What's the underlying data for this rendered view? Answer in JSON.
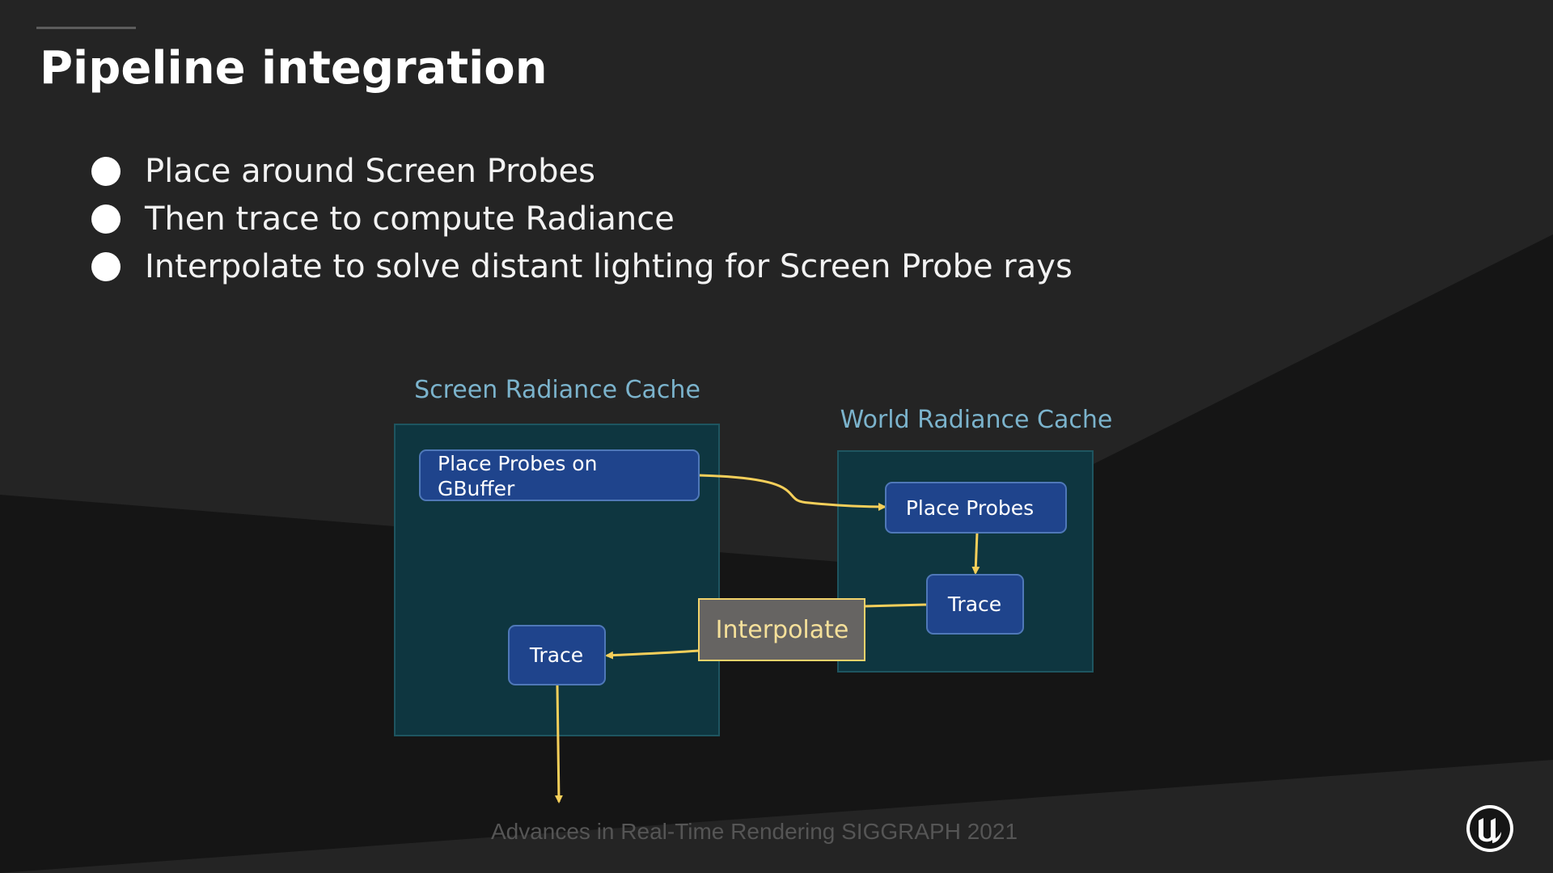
{
  "slide": {
    "title": "Pipeline integration",
    "bullets": [
      "Place around Screen Probes",
      "Then trace to compute Radiance",
      "Interpolate to solve distant lighting for Screen Probe rays"
    ],
    "footer": "Advances in Real-Time Rendering SIGGRAPH 2021",
    "logo_icon": "unreal-engine-logo-icon"
  },
  "diagram": {
    "screen_cache": {
      "label": "Screen Radiance Cache",
      "place_probes_line1": "Place Probes on",
      "place_probes_line2": "GBuffer",
      "trace": "Trace"
    },
    "world_cache": {
      "label": "World Radiance Cache",
      "place_probes": "Place Probes",
      "trace": "Trace"
    },
    "interpolate": "Interpolate"
  },
  "colors": {
    "background": "#242424",
    "shadow_band": "#141414",
    "cache_fill": "#0e3640",
    "cache_border": "#1e5560",
    "node_fill": "#1f448c",
    "node_border": "#4f78b8",
    "interp_fill": "#666462",
    "interp_border": "#f2d36b",
    "arrow": "#f5cf5a",
    "cache_label": "#7bb3cc"
  }
}
